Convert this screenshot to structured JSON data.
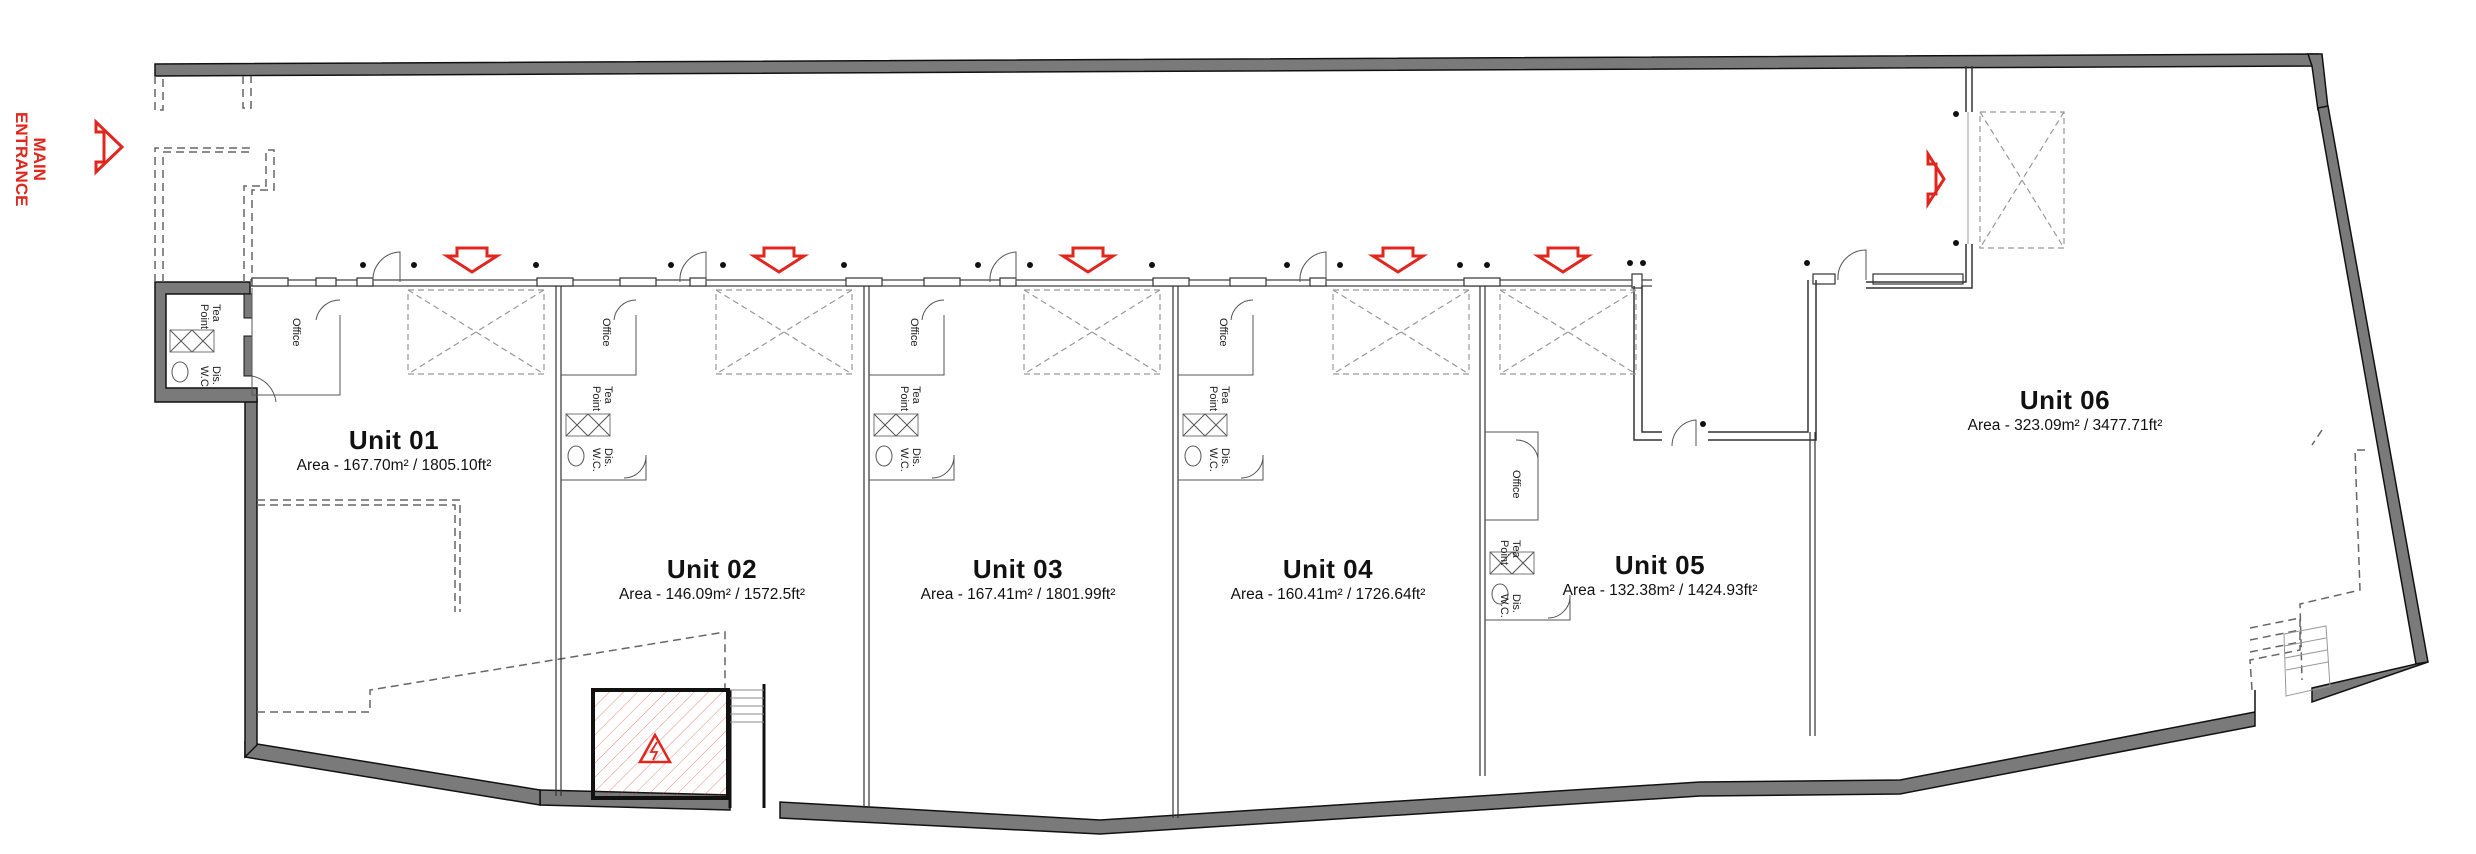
{
  "plan": {
    "entrance_label_line1": "MAIN",
    "entrance_label_line2": "ENTRANCE",
    "accent_color": "#e0261d",
    "wall_fill": "#7a7a7a",
    "units": [
      {
        "name": "Unit  01",
        "area": "Area - 167.70m² / 1805.10ft²"
      },
      {
        "name": "Unit  02",
        "area": "Area - 146.09m² / 1572.5ft²"
      },
      {
        "name": "Unit  03",
        "area": "Area - 167.41m² / 1801.99ft²"
      },
      {
        "name": "Unit  04",
        "area": "Area - 160.41m² / 1726.64ft²"
      },
      {
        "name": "Unit  05",
        "area": "Area - 132.38m² / 1424.93ft²"
      },
      {
        "name": "Unit  06",
        "area": "Area - 323.09m² / 3477.71ft²"
      }
    ],
    "rooms": {
      "office": "Office",
      "tea_point": "Tea\nPoint",
      "dis_wc": "Dis.\nW.C."
    }
  }
}
